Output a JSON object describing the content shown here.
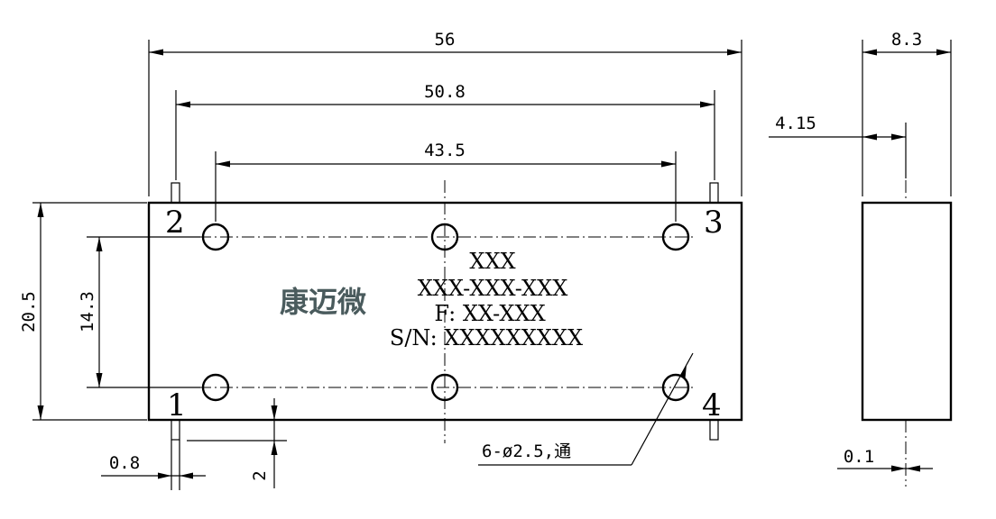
{
  "colors": {
    "line": "#000000",
    "logo": "#4a5b5d"
  },
  "dimensions": {
    "overall_length": "56",
    "outer_pin_spacing": "50.8",
    "hole_spacing": "43.5",
    "body_height": "20.5",
    "hole_row_spacing": "14.3",
    "pin_width": "0.8",
    "pin_length": "2",
    "thickness": "8.3",
    "pin_offset": "4.15",
    "pin_gap": "0.1"
  },
  "pins": {
    "p1": "1",
    "p2": "2",
    "p3": "3",
    "p4": "4"
  },
  "logo": {
    "text": "康迈微"
  },
  "label": {
    "line1": "XXX",
    "line2": "XXX-XXX-XXX",
    "line3": "F: XX-XXX",
    "line4": "S/N: XXXXXXXXX"
  },
  "hole_note": "6-ø2.5,通"
}
